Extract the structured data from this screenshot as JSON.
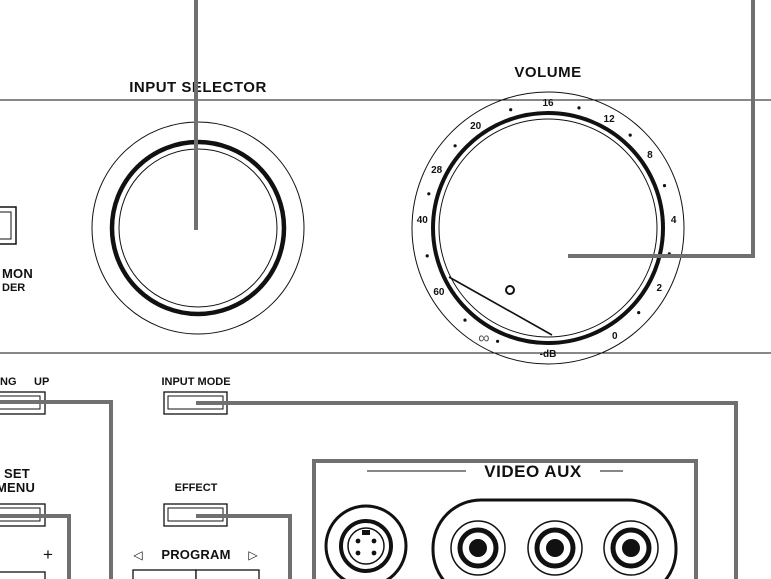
{
  "panel": {
    "title_input_selector": "INPUT SELECTOR",
    "title_volume": "VOLUME",
    "mon_label_line1": "MON",
    "mon_label_line2": "DER",
    "tuning_label": "NG",
    "up_label": "UP",
    "input_mode_label": "INPUT MODE",
    "set_label": "SET",
    "menu_label": "MENU",
    "effect_label": "EFFECT",
    "program_label": "PROGRAM",
    "program_left_arrow": "◁",
    "program_right_arrow": "▷",
    "plus_label": "+",
    "video_aux_label": "VIDEO AUX",
    "volume_unit_label": "-dB",
    "volume_scale": [
      "60",
      "40",
      "28",
      "20",
      "16",
      "12",
      "8",
      "4",
      "2",
      "0"
    ],
    "volume_infinity": "∞"
  }
}
